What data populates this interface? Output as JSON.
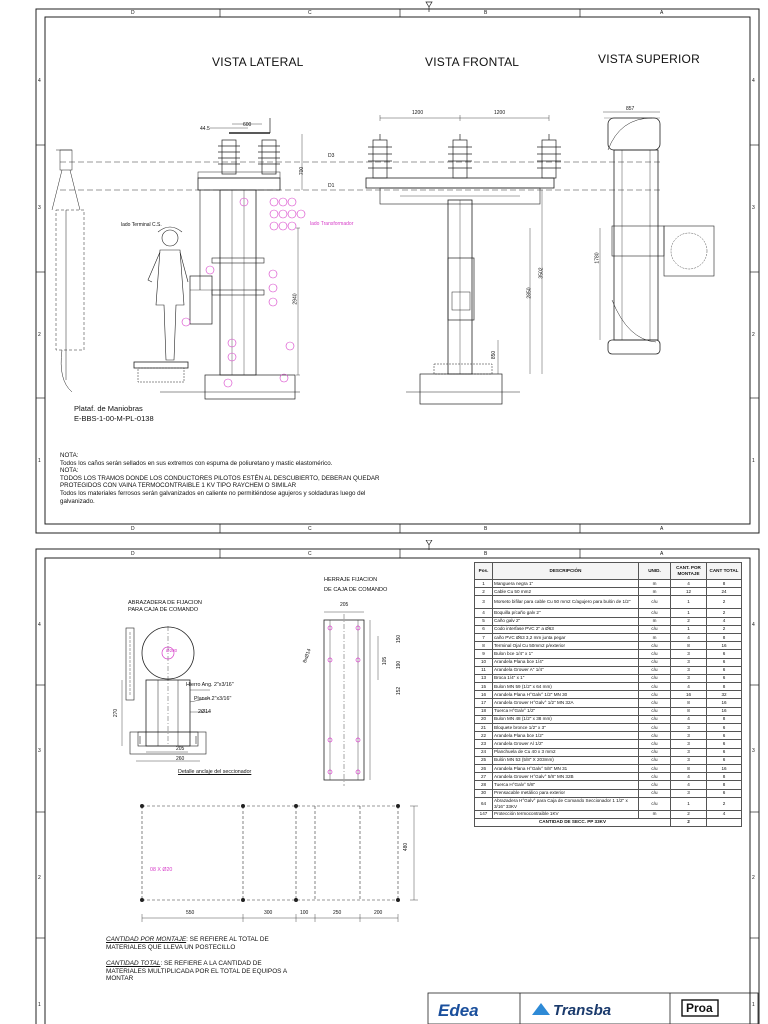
{
  "zones": [
    "D",
    "C",
    "B",
    "A"
  ],
  "rows": [
    "4",
    "3",
    "2",
    "1"
  ],
  "sheet1": {
    "view_lateral": "VISTA LATERAL",
    "view_frontal": "VISTA FRONTAL",
    "view_superior": "VISTA SUPERIOR",
    "dims": {
      "d44_5": "44.5",
      "d600": "600",
      "d1200a": "1200",
      "d1200b": "1200",
      "d857": "857",
      "d700": "700",
      "d2940": "2940",
      "d3502": "3502",
      "d2850": "2850",
      "d850": "850",
      "d1780": "1780",
      "d3": "D3",
      "d1": "D1"
    },
    "label_terminal": "lado Terminal C.S.",
    "label_transformador": "lado Transformador",
    "platform_line1": "Plataf. de Maniobras",
    "platform_line2": "E-BBS-1-00-M-PL-0138",
    "notes": [
      "NOTA:",
      "Todos los caños serán sellados en sus extremos con espuma de poliuretano y mastic elastomérico.",
      "NOTA:",
      "TODOS LOS TRAMOS DONDE LOS CONDUCTORES PILOTOS ESTÉN AL DESCUBIERTO, DEBERAN QUEDAR",
      "PROTEGIDOS CON VAINA TERMOCONTRAIBLE 1 KV TIPO RAYCHEM O SIMILAR",
      "Todos los materiales ferrosos serán galvanizados en caliente no permitiéndose agujeros y soldaduras luego del",
      "galvanizado."
    ]
  },
  "sheet2": {
    "clamp_title_1": "ABRAZADERA DE FIJACION",
    "clamp_title_2": "PARA CAJA DE COMANDO",
    "clamp_dia": "Ø280",
    "dim_270": "270",
    "label_hierro": "Hierro Ang. 2\"x3/16\"",
    "label_planch": "Planch.2\"x3/16\"",
    "label_bolt": "2Ø14",
    "dim_205": "205",
    "dim_260": "260",
    "detalle": "Detalle anclaje del seccionador",
    "herraje_1": "HERRAJE FIJACION",
    "herraje_2": "DE CAJA DE COMANDO",
    "herraje_205": "205",
    "herraje_150": "150",
    "herraje_105": "105",
    "herraje_190": "190",
    "herraje_152": "152",
    "herraje_holes": "8xØ14",
    "plan_holes": "08 X Ø20",
    "plan_480": "480",
    "plan_550": "550",
    "plan_300": "300",
    "plan_100": "100",
    "plan_250": "250",
    "plan_200": "200",
    "def_montaje_term": "CANTIDAD POR MONTAJE",
    "def_montaje_text": ": SE REFIERE AL TOTAL DE",
    "def_montaje_text2": "MATERIALES QUE LLEVA UN POSTECILLO",
    "def_total_term": "CANTIDAD TOTAL",
    "def_total_text": ": SE REFIERE A LA CANTIDAD DE",
    "def_total_text2": "MATERIALES MULTIPLICADA POR EL TOTAL DE EQUIPOS A",
    "def_total_text3": "MONTAR",
    "bom_headers": [
      "Pos.",
      "DESCRIPCIÓN",
      "UNID.",
      "CANT. POR MONTAJE",
      "CANT TOTAL"
    ],
    "bom_rows": [
      [
        "1",
        "Manguera negra 1\"",
        "m",
        "4",
        "8"
      ],
      [
        "2",
        "Cable Cu 50 mm2",
        "m",
        "12",
        "24"
      ],
      [
        "3",
        "Morseto bifilar para cable Cu 50 mm2 C/agujero para bulón de 1/2\"",
        "c/u",
        "1",
        "2"
      ],
      [
        "4",
        "Boquilla p/caño galv 2\"",
        "c/u",
        "1",
        "2"
      ],
      [
        "5",
        "Caño galv 2\"",
        "m",
        "2",
        "4"
      ],
      [
        "6",
        "Codo interfase PVC 2\" a Ø63",
        "c/u",
        "1",
        "2"
      ],
      [
        "7",
        "caño PVC Ø63 3,2 mm junta pegar",
        "m",
        "4",
        "8"
      ],
      [
        "8",
        "Terminal Ojal Cu 50mm2 p/exterior",
        "c/u",
        "8",
        "16"
      ],
      [
        "9",
        "Bulon bce 1/4\" x 1\"",
        "c/u",
        "3",
        "6"
      ],
      [
        "10",
        "Arandela Plana bce 1/4\"",
        "c/u",
        "3",
        "6"
      ],
      [
        "11",
        "Arandela Grower A\" 1/4\"",
        "c/u",
        "3",
        "6"
      ],
      [
        "13",
        "Broca 1/4\" x 1\"",
        "c/u",
        "3",
        "6"
      ],
      [
        "15",
        "Bulon MN 59 (1/2\" x 64 mm)",
        "c/u",
        "4",
        "8"
      ],
      [
        "16",
        "Arandela Plana H°Galv° 1/2\" MN 30",
        "c/u",
        "16",
        "32"
      ],
      [
        "17",
        "Arandela Grower H°Galv° 1/2\" MN 32A",
        "c/u",
        "8",
        "16"
      ],
      [
        "18",
        "Tuerca H°Galv° 1/2\"",
        "c/u",
        "8",
        "16"
      ],
      [
        "20",
        "Bulon MN 48 (1/2\" x 38 mm)",
        "c/u",
        "4",
        "8"
      ],
      [
        "21",
        "Bloquete bronce 1/2\" x 3\"",
        "c/u",
        "3",
        "6"
      ],
      [
        "22",
        "Arandela Plana bce 1/2\"",
        "c/u",
        "3",
        "6"
      ],
      [
        "23",
        "Arandela Grower Al 1/2\"",
        "c/u",
        "3",
        "6"
      ],
      [
        "24",
        "Planchuela de Cu 40 x 3 mm2",
        "c/u",
        "3",
        "6"
      ],
      [
        "25",
        "Bulón MN 53 (5/8\" X 203mm)",
        "c/u",
        "3",
        "6"
      ],
      [
        "26",
        "Arandela Plana H°Galv° 5/8\" MN 31",
        "c/u",
        "8",
        "16"
      ],
      [
        "27",
        "Arandela Grower H°Galv° 5/8\" MN 32B",
        "c/u",
        "4",
        "8"
      ],
      [
        "28",
        "Tuerca H°Galv° 5/8\"",
        "c/u",
        "4",
        "8"
      ],
      [
        "30",
        "Prensacable metálico para exterior",
        "c/u",
        "3",
        "6"
      ],
      [
        "64",
        "Abrazadera H°Galv° para Caja de Comando Seccionador 1 1/2\" x 3/16\" 33KV",
        "c/u",
        "1",
        "2"
      ],
      [
        "147",
        "Protección termocontraible 1KV",
        "m",
        "2",
        "4"
      ]
    ],
    "bom_footer_label": "CANTIDAD DE SECC. PP 33KV",
    "bom_footer_value": "2",
    "logo_edea": "Edea",
    "logo_transba": "Transba",
    "logo_proa": "Proa"
  },
  "colors": {
    "accent_pink": "#d63cc8",
    "logo_blue": "#1a4f9c",
    "line": "#222222"
  }
}
